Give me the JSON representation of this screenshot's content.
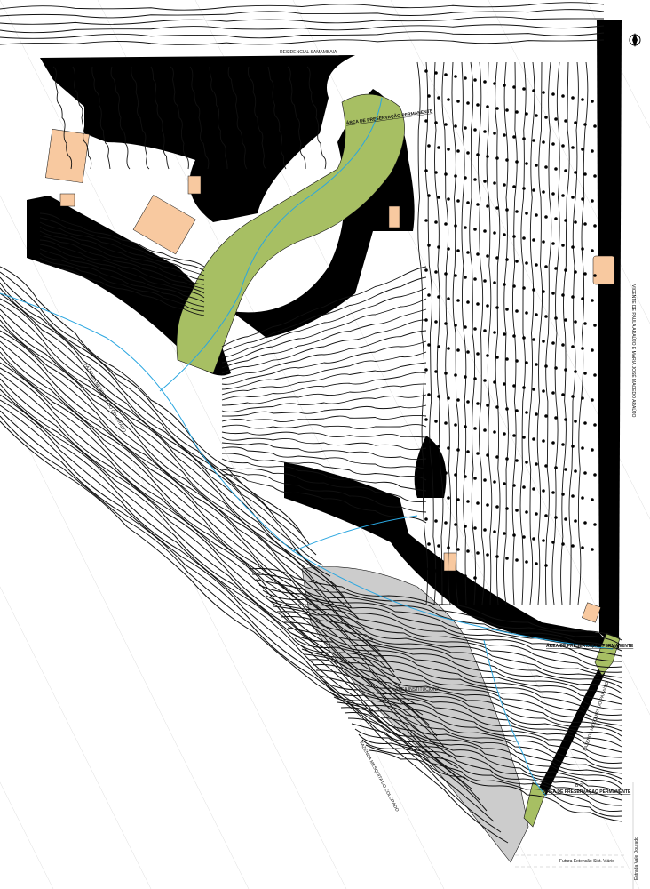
{
  "map": {
    "colors": {
      "background": "#ffffff",
      "blocked": "#000000",
      "preservation": "#a7bf63",
      "institutional": "#cccccc",
      "lots_highlight": "#f8c9a0",
      "stream": "#2aa6e0",
      "contour": "#111111",
      "grid": "#cfcfcf"
    },
    "labels": {
      "residential": "RESIDENCIAL SAMAMBAIA",
      "institutional": "ÁREA INSTITUCIONAL",
      "app_top": "ÁREA DE PRESERVAÇÃO PERMANENTE",
      "app_mid": "ÁREA DE PRESERVAÇÃO PERMANENTE",
      "app_bottom_code": "B-2",
      "app_bottom": "ÁREA DE PRESERVAÇÃO PERMANENTE",
      "future_road": "Futura Extensão Sist. Viário",
      "neighbor_left": "FAZENDA MESQUITA DO COLORADO",
      "neighbor_bottom": "FAZENDA MESQUITA DO COLORADO",
      "neighbor_right": "FAZENDA MESQUITA DO PARAÍSO",
      "neighbor_east": "VICENTE DE PAULA ARAÚJO E MARIA JOSÉ MACEDO ARAÚJO",
      "road_east": "Estrada Vale Dourado"
    },
    "icons": [
      "north-arrow-icon"
    ]
  }
}
